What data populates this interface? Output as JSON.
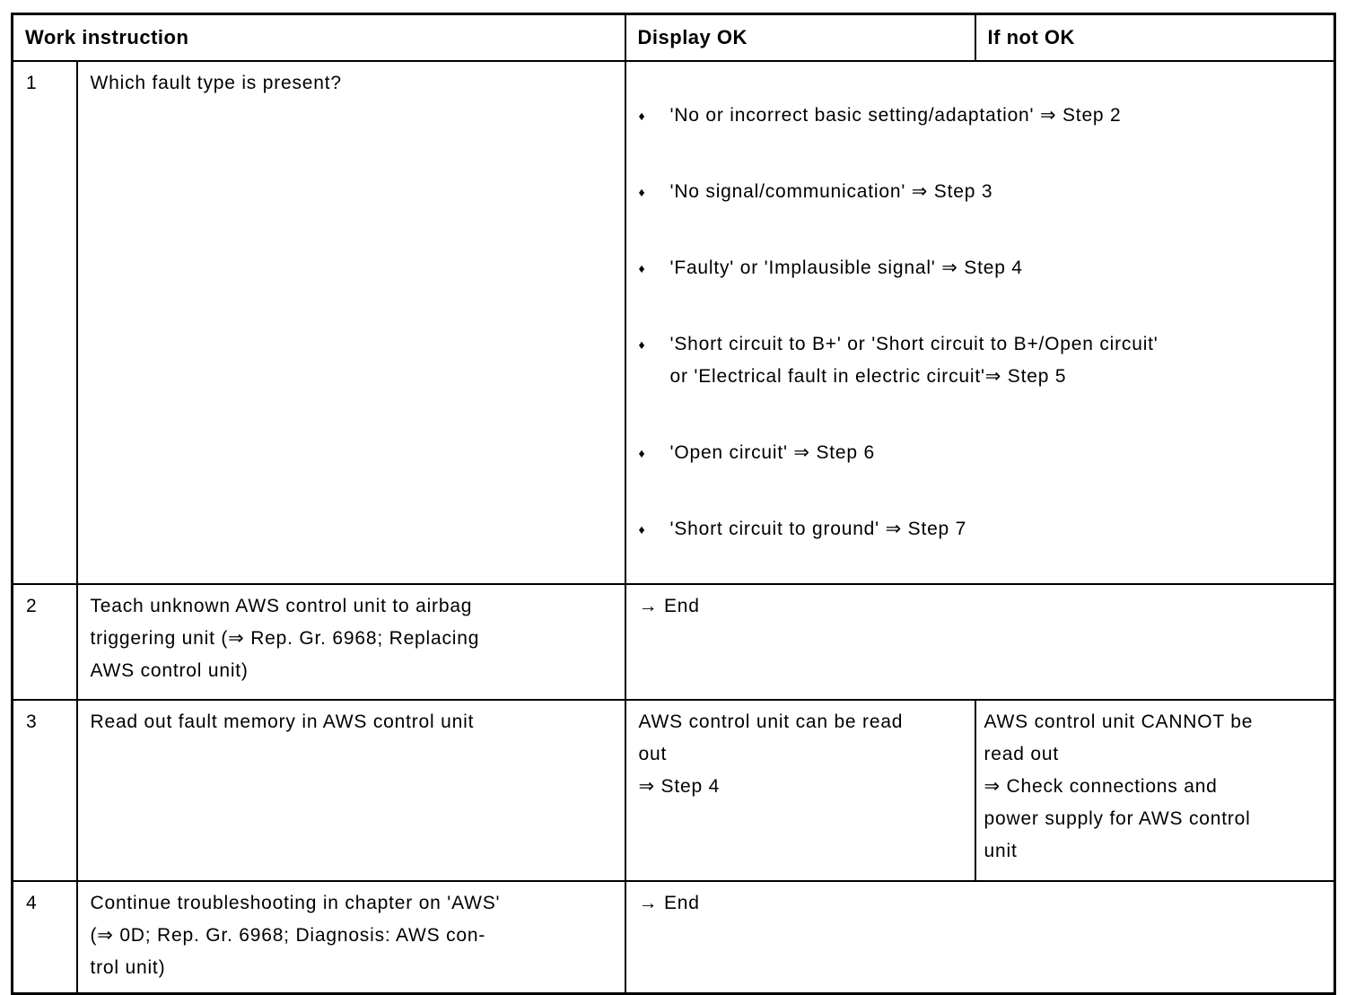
{
  "colors": {
    "text": "#000000",
    "border": "#000000",
    "background": "#ffffff"
  },
  "symbols": {
    "bullet": "♦",
    "step_arrow": "⇒",
    "end_arrow": "→"
  },
  "table": {
    "columns": {
      "work_instruction": "Work instruction",
      "display_ok": "Display OK",
      "if_not_ok": "If not OK"
    },
    "rows": [
      {
        "step": "1",
        "instruction": "Which fault type is present?",
        "display_ok_bullets": [
          "'No or incorrect basic setting/adaptation' ⇒ Step 2",
          "'No signal/communication' ⇒ Step 3",
          "'Faulty' or 'Implausible signal' ⇒ Step 4",
          "'Short circuit to B+' or 'Short circuit to B+/Open circuit'\nor 'Electrical fault in electric circuit'⇒ Step 5",
          "'Open circuit' ⇒ Step 6",
          "'Short circuit to ground' ⇒ Step 7"
        ]
      },
      {
        "step": "2",
        "instruction": "Teach unknown AWS control unit to airbag\ntriggering unit (⇒ Rep. Gr. 6968; Replacing\nAWS control unit)",
        "result": "→ End"
      },
      {
        "step": "3",
        "instruction": "Read out fault memory in AWS control unit",
        "display_ok": "AWS control unit can be read\nout\n⇒ Step 4",
        "if_not_ok": "AWS control unit CANNOT be\nread out\n⇒ Check connections and\npower supply for AWS control\nunit"
      },
      {
        "step": "4",
        "instruction": "Continue troubleshooting in chapter on 'AWS'\n(⇒ 0D; Rep. Gr. 6968; Diagnosis: AWS con-\ntrol unit)",
        "result": "→ End"
      }
    ]
  }
}
